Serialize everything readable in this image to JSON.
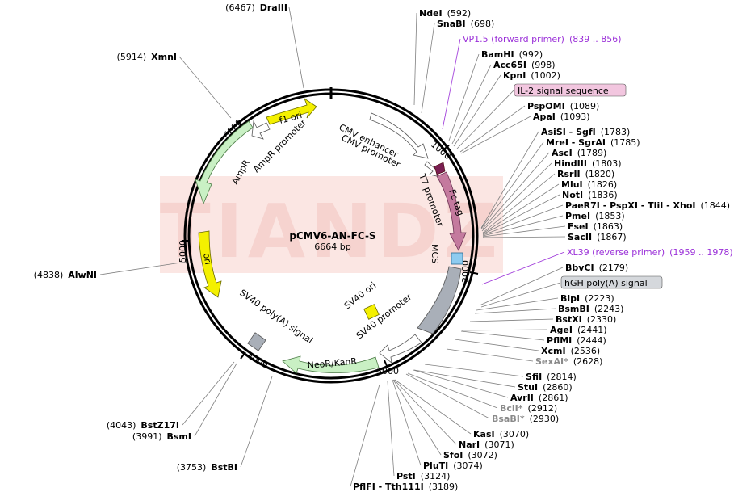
{
  "plasmid": {
    "name": "pCMV6-AN-FC-S",
    "size": "6664 bp"
  },
  "watermark": "TIANDZ",
  "ticks": [
    "1000",
    "2000",
    "3000",
    "4000",
    "5000",
    "6000"
  ],
  "colors": {
    "outline": "#000000",
    "f1_ori": "#f4f000",
    "ampr": "#c9f0c4",
    "fc_tag": "#c47a9e",
    "mcs": "#8ecbf0",
    "sv40polyA": "#a9afb8",
    "neo": "#c9f0c4",
    "sv40ori": "#f4f000",
    "cmv": "#ffffff",
    "ori": "#f4f000",
    "watermark": "#f8d6d2",
    "primer": "#9a2fd8",
    "il2_box": "#f2c6df",
    "hgh_box": "#d5d8dc"
  },
  "features": [
    {
      "id": "f1-ori",
      "label": "f1 ori"
    },
    {
      "id": "ampr-promoter",
      "label": "AmpR promoter"
    },
    {
      "id": "ampr",
      "label": "AmpR"
    },
    {
      "id": "ori",
      "label": "ori"
    },
    {
      "id": "cmv-enhancer",
      "label": "CMV enhancer"
    },
    {
      "id": "cmv-promoter",
      "label": "CMV promoter"
    },
    {
      "id": "t7-promoter",
      "label": "T7 promoter"
    },
    {
      "id": "fc-tag",
      "label": "Fc tag"
    },
    {
      "id": "mcs",
      "label": "MCS"
    },
    {
      "id": "sv40-ori",
      "label": "SV40 ori"
    },
    {
      "id": "sv40-promoter",
      "label": "SV40 promoter"
    },
    {
      "id": "neo",
      "label": "NeoR/KanR"
    },
    {
      "id": "sv40-polya",
      "label": "SV40 poly(A) signal"
    }
  ],
  "sites_left": [
    {
      "name": "DraIII",
      "pos": "(6467)"
    },
    {
      "name": "XmnI",
      "pos": "(5914)"
    },
    {
      "name": "AlwNI",
      "pos": "(4838)"
    },
    {
      "name": "BstZ17I",
      "pos": "(4043)"
    },
    {
      "name": "BsmI",
      "pos": "(3991)"
    },
    {
      "name": "BstBI",
      "pos": "(3753)"
    }
  ],
  "sites_right": [
    {
      "name": "NdeI",
      "pos": "(592)"
    },
    {
      "name": "SnaBI",
      "pos": "(698)"
    },
    {
      "name": "VP1.5 (forward primer)",
      "pos": "(839 .. 856)",
      "kind": "primer"
    },
    {
      "name": "BamHI",
      "pos": "(992)"
    },
    {
      "name": "Acc65I",
      "pos": "(998)"
    },
    {
      "name": "KpnI",
      "pos": "(1002)"
    },
    {
      "name": "IL-2 signal sequence",
      "pos": "",
      "kind": "box-il2"
    },
    {
      "name": "PspOMI",
      "pos": "(1089)"
    },
    {
      "name": "ApaI",
      "pos": "(1093)"
    },
    {
      "name": "AsiSI - SgfI",
      "pos": "(1783)"
    },
    {
      "name": "MreI - SgrAI",
      "pos": "(1785)"
    },
    {
      "name": "AscI",
      "pos": "(1789)"
    },
    {
      "name": "HindIII",
      "pos": "(1803)"
    },
    {
      "name": "RsrII",
      "pos": "(1820)"
    },
    {
      "name": "MluI",
      "pos": "(1826)"
    },
    {
      "name": "NotI",
      "pos": "(1836)"
    },
    {
      "name": "PaeR7I - PspXI - TliI - XhoI",
      "pos": "(1844)"
    },
    {
      "name": "PmeI",
      "pos": "(1853)"
    },
    {
      "name": "FseI",
      "pos": "(1863)"
    },
    {
      "name": "SacII",
      "pos": "(1867)"
    },
    {
      "name": "XL39 (reverse primer)",
      "pos": "(1959 .. 1978)",
      "kind": "primer"
    },
    {
      "name": "BbvCI",
      "pos": "(2179)"
    },
    {
      "name": "hGH poly(A) signal",
      "pos": "",
      "kind": "box-hgh"
    },
    {
      "name": "BlpI",
      "pos": "(2223)"
    },
    {
      "name": "BsmBI",
      "pos": "(2243)"
    },
    {
      "name": "BstXI",
      "pos": "(2330)"
    },
    {
      "name": "AgeI",
      "pos": "(2441)"
    },
    {
      "name": "PflMI",
      "pos": "(2444)"
    },
    {
      "name": "XcmI",
      "pos": "(2536)"
    },
    {
      "name": "SexAI*",
      "pos": "(2628)",
      "kind": "grey"
    },
    {
      "name": "SfiI",
      "pos": "(2814)"
    },
    {
      "name": "StuI",
      "pos": "(2860)"
    },
    {
      "name": "AvrII",
      "pos": "(2861)"
    },
    {
      "name": "BclI*",
      "pos": "(2912)",
      "kind": "grey"
    },
    {
      "name": "BsaBI*",
      "pos": "(2930)",
      "kind": "grey"
    },
    {
      "name": "KasI",
      "pos": "(3070)"
    },
    {
      "name": "NarI",
      "pos": "(3071)"
    },
    {
      "name": "SfoI",
      "pos": "(3072)"
    },
    {
      "name": "PluTI",
      "pos": "(3074)"
    },
    {
      "name": "PstI",
      "pos": "(3124)"
    },
    {
      "name": "PflFI - Tth111I",
      "pos": "(3189)"
    }
  ]
}
